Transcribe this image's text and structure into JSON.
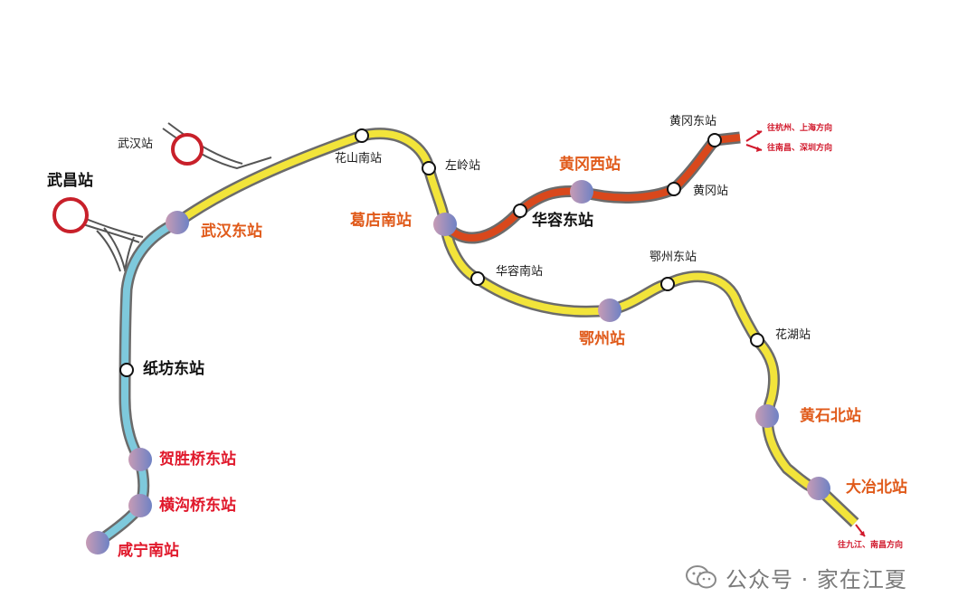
{
  "stations": {
    "wuhan": "武汉站",
    "wuchang": "武昌站",
    "wuhan_east": "武汉东站",
    "huashan_south": "花山南站",
    "zuoling": "左岭站",
    "gedian_south": "葛店南站",
    "huangzhou_west": "黄冈西站",
    "huarong_east": "华容东站",
    "huanggang": "黄冈站",
    "huanggang_east": "黄冈东站",
    "huarong_south": "华容南站",
    "ezhou_east": "鄂州东站",
    "ezhou": "鄂州站",
    "huahu": "花湖站",
    "huangshi_north": "黄石北站",
    "daye_north": "大冶北站",
    "zhifang_east": "纸坊东站",
    "heshengqiao_east": "贺胜桥东站",
    "henggouqiao_east": "横沟桥东站",
    "xianning_south": "咸宁南站"
  },
  "directions": {
    "hangzhou_shanghai": "往杭州、上海方向",
    "nanchang_shenzhen": "往南昌、深圳方向",
    "jiujiang_nanchang": "往九江、南昌方向"
  },
  "watermark": {
    "text": "公众号 · 家在江夏"
  },
  "colors": {
    "main_line": "#f2e43a",
    "huanggang_line": "#d9481c",
    "xianning_line": "#7ec9dc",
    "line_outline": "#6b6b6b",
    "hub_ring": "#c8202a",
    "major_station_fill": "#9a86b8",
    "red_text": "#e0182b",
    "orange_text": "#e05a1a"
  }
}
